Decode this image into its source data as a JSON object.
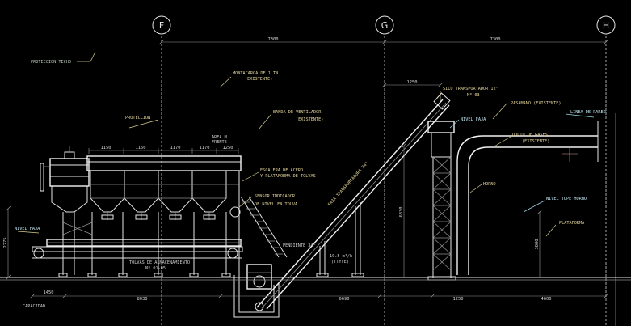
{
  "axes": {
    "f": "F",
    "g": "G",
    "h": "H"
  },
  "dimensions": {
    "fg": "7300",
    "gh": "7300",
    "g_offset": "1250",
    "s1": "1150",
    "s2": "1150",
    "s3": "1170",
    "s4": "1170",
    "s5": "1250",
    "b1": "1450",
    "b2": "8030",
    "b3": "6690",
    "b4": "1250",
    "b5": "4600",
    "v1": "2275",
    "v2": "6830",
    "v3": "3800"
  },
  "labels": {
    "proteccion_techo": "PROTECCION TECHO",
    "montacarga_1": "MONTACARGA DE 1 TN.",
    "montacarga_2": "(EXISTENTE)",
    "silo_1": "SILO TRANSPORTADOR 12\"",
    "silo_2": "Nº 03",
    "pasamanos": "PASAMANO (EXISTENTE)",
    "banda_1": "BANDA DE VENTILADOR",
    "banda_2": "(EXISTENTE)",
    "nivel_faja": "NIVEL FAJA",
    "proteccion": "PROTECCION",
    "linea_pared": "LINEA DE PARED",
    "ducto_1": "DUCTO DE GASES",
    "ducto_2": "(EXISTENTE)",
    "area_1": "AREA M.",
    "area_2": "FRENTE",
    "escalera_1": "ESCALERA DE ACERO",
    "escalera_2": "Y PLATAFORMA DE TOLVAS",
    "horno": "HORNO",
    "sensor_1": "SENSOR INDICADOR",
    "sensor_2": "DE NIVEL EN TOLVA",
    "nivel_tope": "NIVEL TOPE HORNO",
    "plataforma": "PLATAFORMA",
    "nivel_faja_left": "NIVEL FAJA",
    "inclinacion": "PENDIENTE 34°",
    "faja_label_1": "FAJA TRANSPORTADORA 24\"",
    "capacidad_1": "10.5 m³/h",
    "capacidad_2": "(TTYVE)",
    "tolvas_1": "TOLVAS DE ALMACENAMIENTO",
    "tolvas_2": "Nº 01-05",
    "capacidad_left": "CAPACIDAD"
  }
}
